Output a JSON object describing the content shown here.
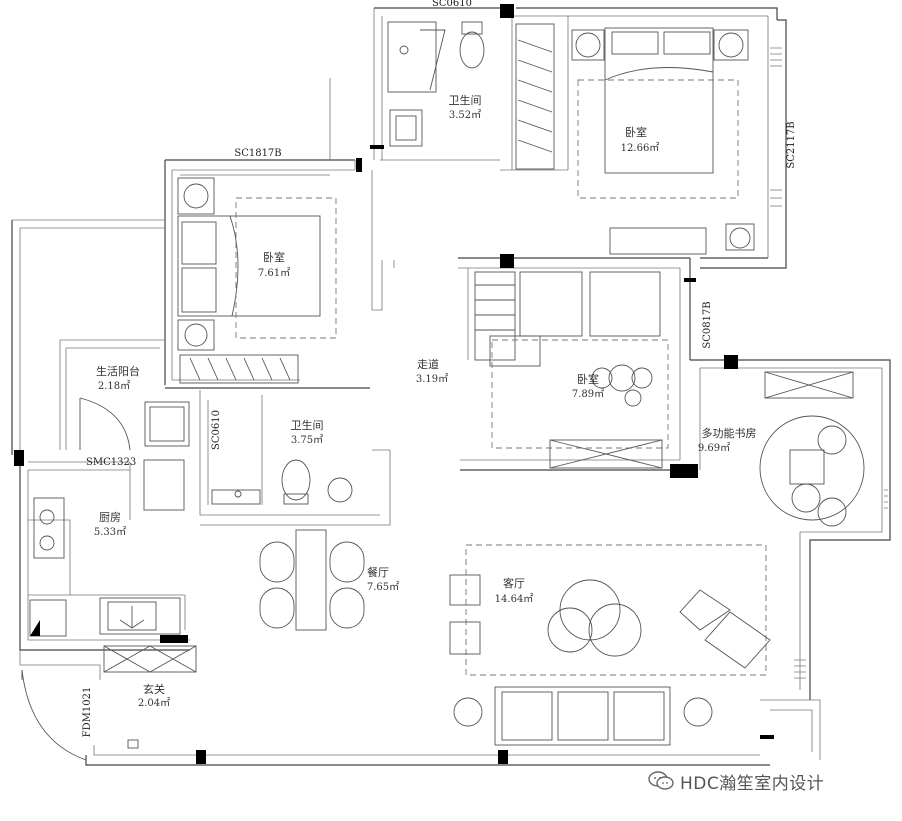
{
  "rooms": [
    {
      "id": "bathroom-top",
      "name": "卫生间",
      "area": "3.52㎡"
    },
    {
      "id": "bedroom-master",
      "name": "卧室",
      "area": "12.66㎡"
    },
    {
      "id": "bedroom-left",
      "name": "卧室",
      "area": "7.61㎡"
    },
    {
      "id": "corridor",
      "name": "走道",
      "area": "3.19㎡"
    },
    {
      "id": "bedroom-middle",
      "name": "卧室",
      "area": "7.89㎡"
    },
    {
      "id": "utility-balcony",
      "name": "生活阳台",
      "area": "2.18㎡"
    },
    {
      "id": "bathroom-middle",
      "name": "卫生间",
      "area": "3.75㎡"
    },
    {
      "id": "study",
      "name": "多功能书房",
      "area": "9.69㎡"
    },
    {
      "id": "kitchen",
      "name": "厨房",
      "area": "5.33㎡"
    },
    {
      "id": "dining",
      "name": "餐厅",
      "area": "7.65㎡"
    },
    {
      "id": "living",
      "name": "客厅",
      "area": "14.64㎡"
    },
    {
      "id": "entrance",
      "name": "玄关",
      "area": "2.04㎡"
    }
  ],
  "windows": [
    {
      "id": "sc0610-top",
      "code": "SC0610"
    },
    {
      "id": "sc1817b",
      "code": "SC1817B"
    },
    {
      "id": "sc2117b",
      "code": "SC2117B"
    },
    {
      "id": "sc0817b",
      "code": "SC0817B"
    },
    {
      "id": "sc0610-mid",
      "code": "SC0610"
    },
    {
      "id": "smc1323",
      "code": "SMC1323"
    },
    {
      "id": "fdm1021",
      "code": "FDM1021"
    }
  ],
  "watermark": {
    "text": "HDC瀚笙室内设计",
    "icon": "wechat-icon"
  }
}
